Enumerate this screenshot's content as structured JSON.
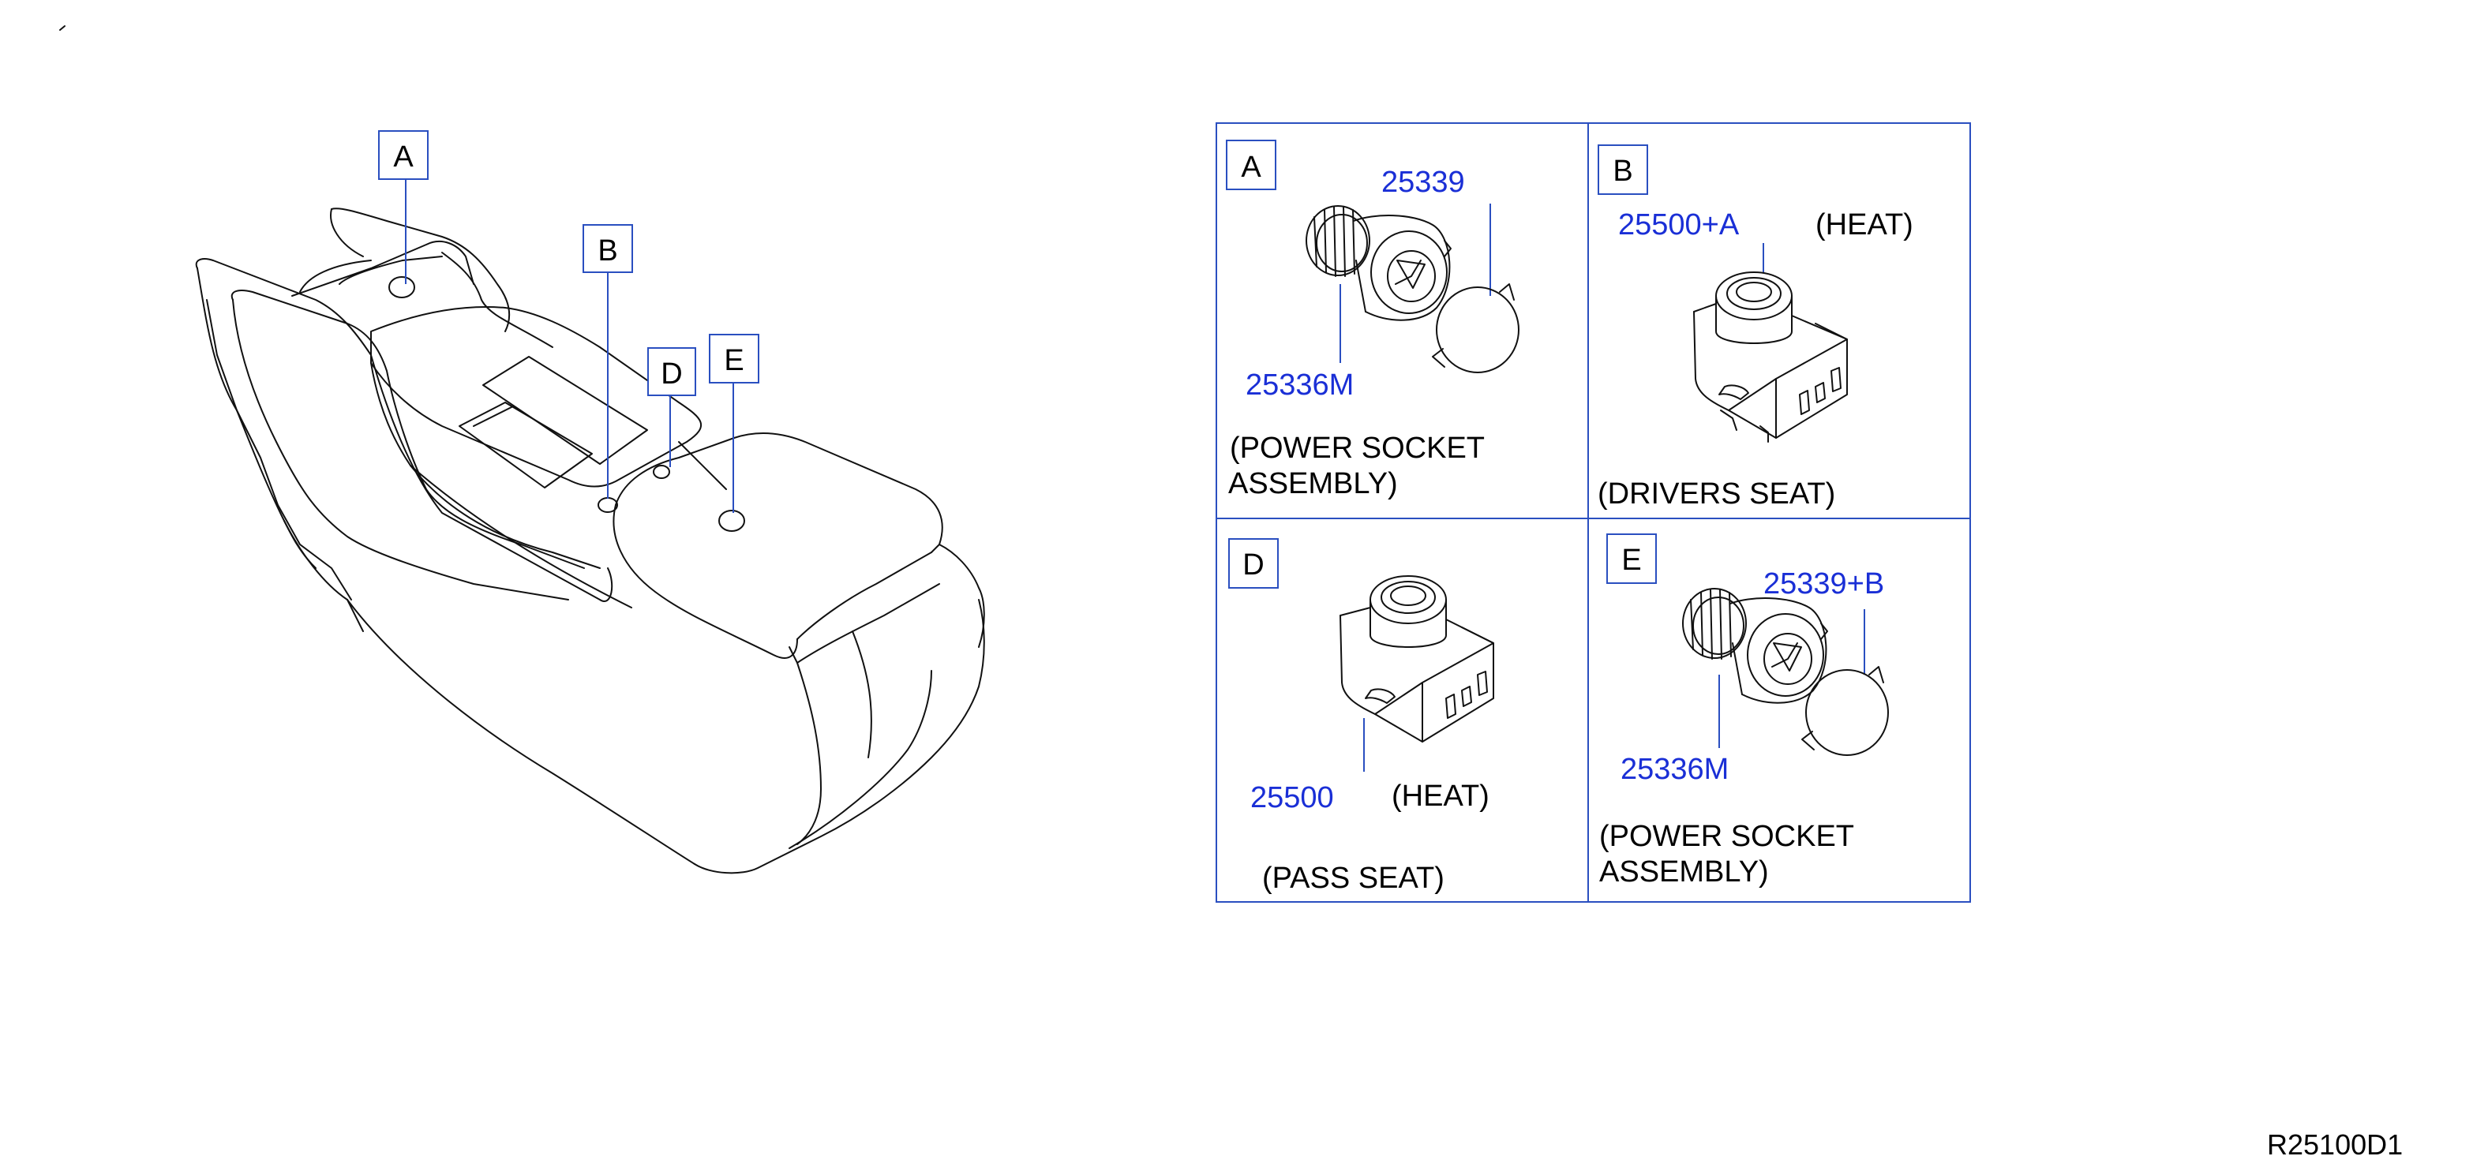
{
  "console_callouts": {
    "a": "A",
    "b": "B",
    "d": "D",
    "e": "E"
  },
  "panels": {
    "a": {
      "letter": "A",
      "part_top": "25339",
      "part_bottom": "25336M",
      "desc_line1": "(POWER  SOCKET",
      "desc_line2": "ASSEMBLY)"
    },
    "b": {
      "letter": "B",
      "part": "25500+A",
      "note": "(HEAT)",
      "desc": "(DRIVERS  SEAT)"
    },
    "d": {
      "letter": "D",
      "part": "25500",
      "note": "(HEAT)",
      "desc": "(PASS  SEAT)"
    },
    "e": {
      "letter": "E",
      "part_top": "25339+B",
      "part_bottom": "25336M",
      "desc_line1": "(POWER  SOCKET",
      "desc_line2": "ASSEMBLY)"
    }
  },
  "diagram_ref": "R25100D1",
  "colors": {
    "part_number": "#1a2fd6",
    "frame": "#2a4fc0",
    "line_art": "#111111"
  }
}
